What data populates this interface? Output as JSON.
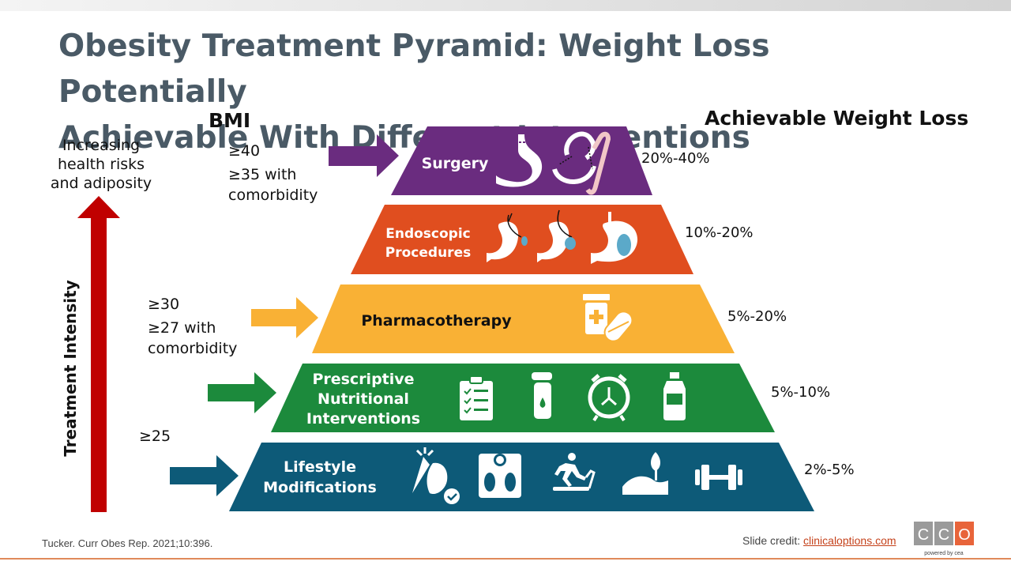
{
  "title": {
    "line1": "Obesity Treatment Pyramid: Weight Loss Potentially",
    "line2": "Achievable With Different Interventions"
  },
  "headers": {
    "bmi": "BMI",
    "weight_loss": "Achievable Weight Loss"
  },
  "axis": {
    "label": "Treatment Intensity",
    "top_text": [
      "Increasing",
      "health risks",
      "and adiposity"
    ]
  },
  "bmi_notes": {
    "surgery": [
      "≥40",
      "≥35 with",
      "comorbidity"
    ],
    "pharmacotherapy": [
      "≥30",
      "≥27 with",
      "comorbidity"
    ],
    "lifestyle": "≥25"
  },
  "tiers": [
    {
      "name": "Surgery",
      "lines": [
        "Surgery"
      ],
      "weight_loss": "20%-40%",
      "color": "#6a2c7f"
    },
    {
      "name": "Endoscopic Procedures",
      "lines": [
        "Endoscopic",
        "Procedures"
      ],
      "weight_loss": "10%-20%",
      "color": "#e04e1f"
    },
    {
      "name": "Pharmacotherapy",
      "lines": [
        "Pharmacotherapy"
      ],
      "weight_loss": "5%-20%",
      "color": "#f9b135"
    },
    {
      "name": "Prescriptive Nutritional Interventions",
      "lines": [
        "Prescriptive",
        "Nutritional",
        "Interventions"
      ],
      "weight_loss": "5%-10%",
      "color": "#1c8a3c"
    },
    {
      "name": "Lifestyle Modifications",
      "lines": [
        "Lifestyle",
        "Modifications"
      ],
      "weight_loss": "2%-5%",
      "color": "#0d5a78"
    }
  ],
  "icons": {
    "surgery": [
      "stomach-sleeve-icon",
      "gastric-bypass-icon"
    ],
    "endoscopic": [
      "balloon-stomach-icon",
      "balloon-stomach-icon",
      "balloon-stomach-icon"
    ],
    "pharmacotherapy": [
      "pill-bottle-icon",
      "capsule-icon"
    ],
    "nutrition": [
      "clipboard-checklist-icon",
      "shaker-bottle-icon",
      "alarm-clock-icon",
      "water-bottle-icon"
    ],
    "lifestyle": [
      "vegetables-icon",
      "scale-icon",
      "treadmill-icon",
      "outdoors-icon",
      "dumbbell-icon"
    ]
  },
  "footer": {
    "citation": "Tucker. Curr Obes Rep. 2021;10:396.",
    "credit_prefix": "Slide credit: ",
    "credit_link": "clinicaloptions.com",
    "logo_letters": [
      "C",
      "C",
      "O"
    ],
    "logo_tagline": "powered by cea"
  }
}
